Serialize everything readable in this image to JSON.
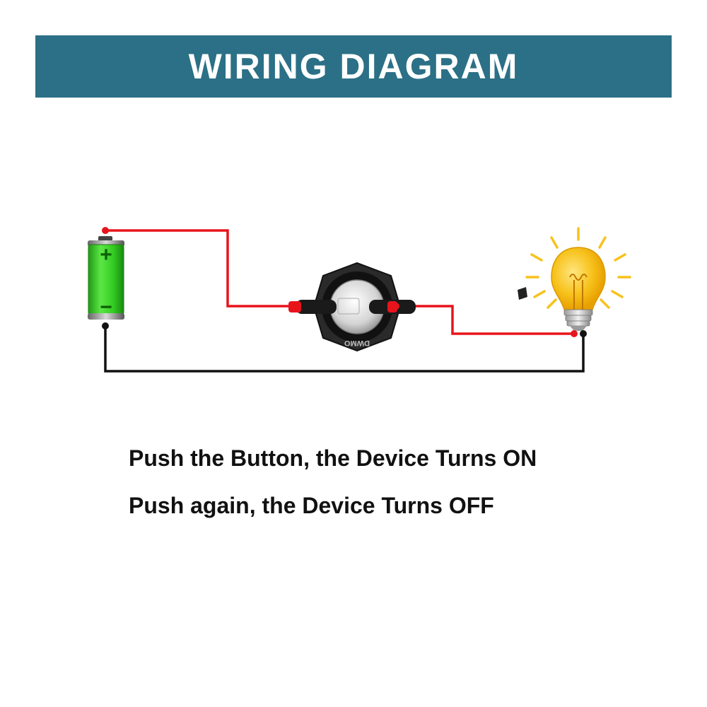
{
  "header": {
    "title": "WIRING DIAGRAM"
  },
  "diagram": {
    "battery": {
      "plus_symbol": "+",
      "minus_symbol": "−",
      "icon": "battery-icon"
    },
    "switch": {
      "icon": "push-button-switch-icon",
      "engraving": "DWMO"
    },
    "lamp": {
      "icon": "light-bulb-icon"
    },
    "colors": {
      "positive_wire": "#e8141c",
      "negative_wire": "#111111",
      "battery_green": "#33cc22",
      "bulb_yellow": "#f7c21c",
      "banner": "#2b7086"
    }
  },
  "instructions": {
    "line1": "Push the Button, the Device Turns ON",
    "line2": "Push again, the Device Turns OFF"
  }
}
